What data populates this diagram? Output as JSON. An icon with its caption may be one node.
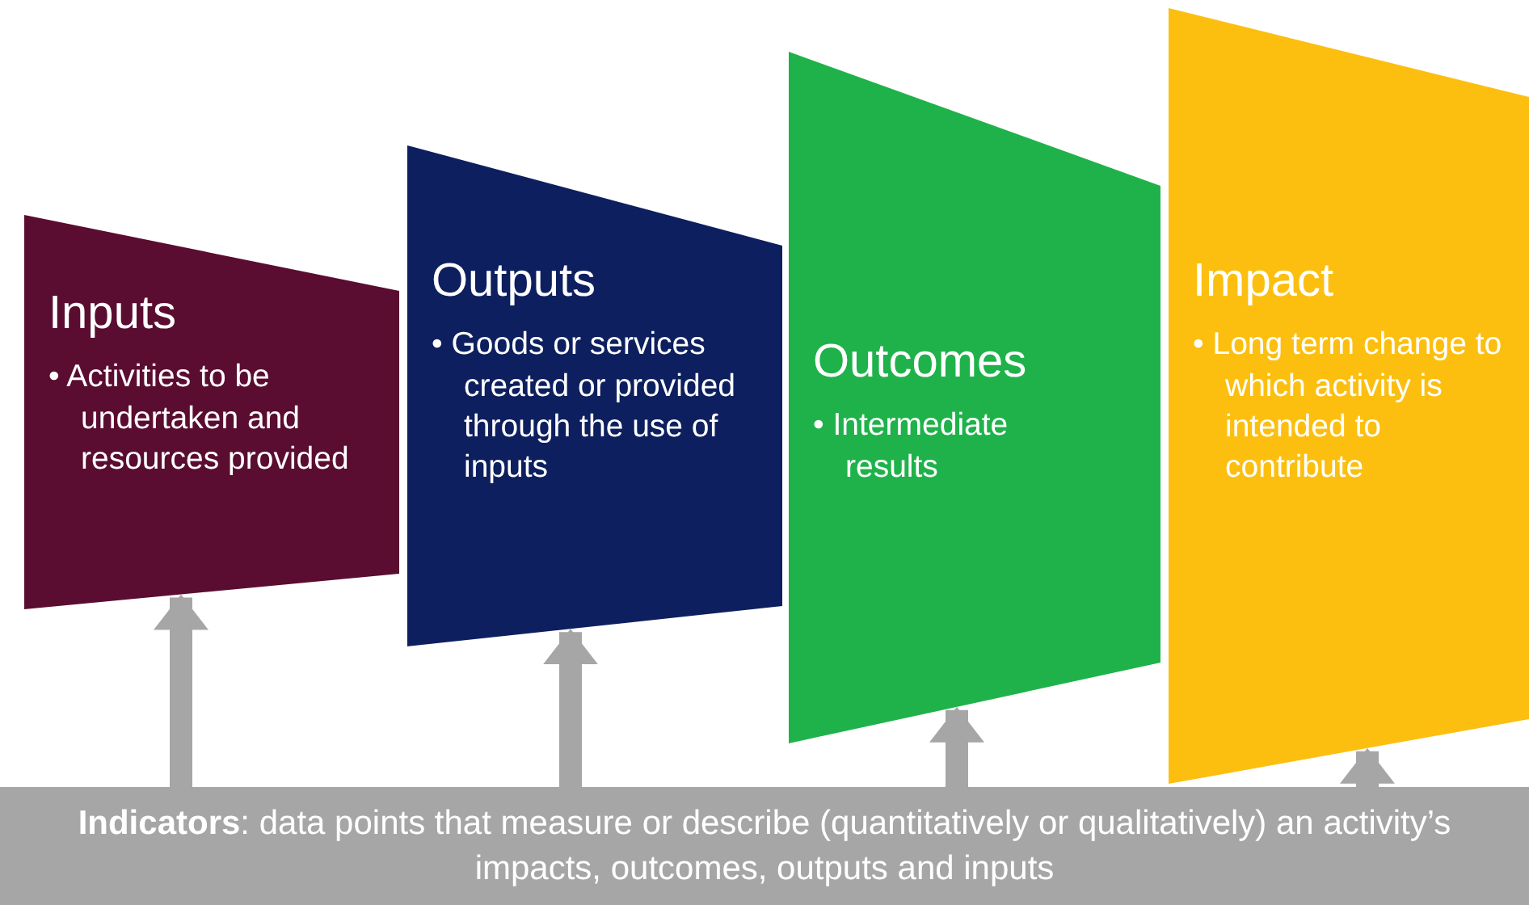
{
  "diagram": {
    "nodes": [
      {
        "text": [
          "Inputs",
          "• Activities to be undertaken and resources provided"
        ]
      },
      {
        "text": [
          "Outputs",
          "• Goods or services created or provided through the use of inputs"
        ]
      },
      {
        "text": [
          "Outcomes",
          "• Intermediate results"
        ]
      },
      {
        "text": [
          "Impact",
          "• Long term change to which activity is intended to contribute"
        ]
      },
      {
        "text": [
          "**Indicators**: data points that measure or describe (quantitatively or qualitatively) an activity’s impacts, outcomes, outputs and inputs"
        ]
      }
    ],
    "edges": [
      {
        "from": 4,
        "to": 0,
        "arrow": "to"
      },
      {
        "from": 4,
        "to": 1,
        "arrow": "to"
      },
      {
        "from": 4,
        "to": 2,
        "arrow": "to"
      },
      {
        "from": 4,
        "to": 3,
        "arrow": "to"
      }
    ]
  }
}
